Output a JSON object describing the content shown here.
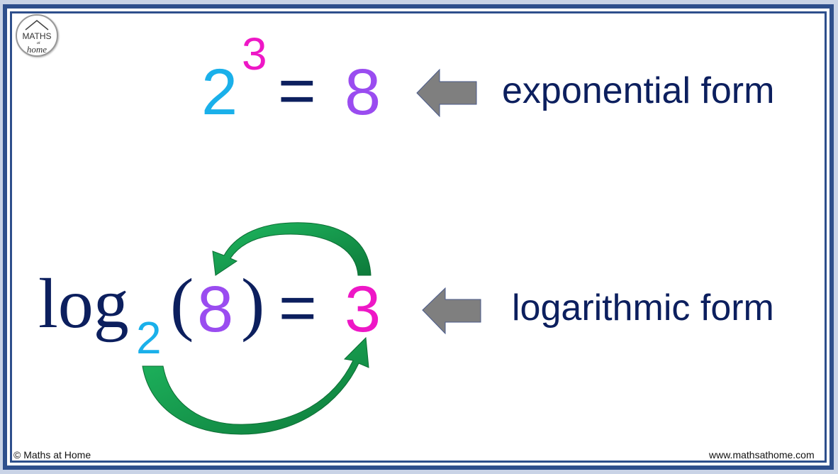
{
  "logo": {
    "line1": "MATHS",
    "line2": "at",
    "line3": "home"
  },
  "exponential": {
    "base": "2",
    "exponent": "3",
    "equals": "=",
    "result": "8",
    "label": "exponential form"
  },
  "logarithmic": {
    "log": "log",
    "base": "2",
    "open_paren": "(",
    "argument": "8",
    "close_paren": ")",
    "equals": "=",
    "result": "3",
    "label": "logarithmic form"
  },
  "footer": {
    "copyright": "© Maths at Home",
    "website": "www.mathsathome.com"
  },
  "colors": {
    "base": "#1ab0ea",
    "exponent": "#ee17c6",
    "result": "#9a4cf0",
    "navy": "#0c1f5e",
    "arrow_green": "#129a4a",
    "pointer_gray": "#7f7f7f",
    "frame": "#2e4f8c"
  }
}
